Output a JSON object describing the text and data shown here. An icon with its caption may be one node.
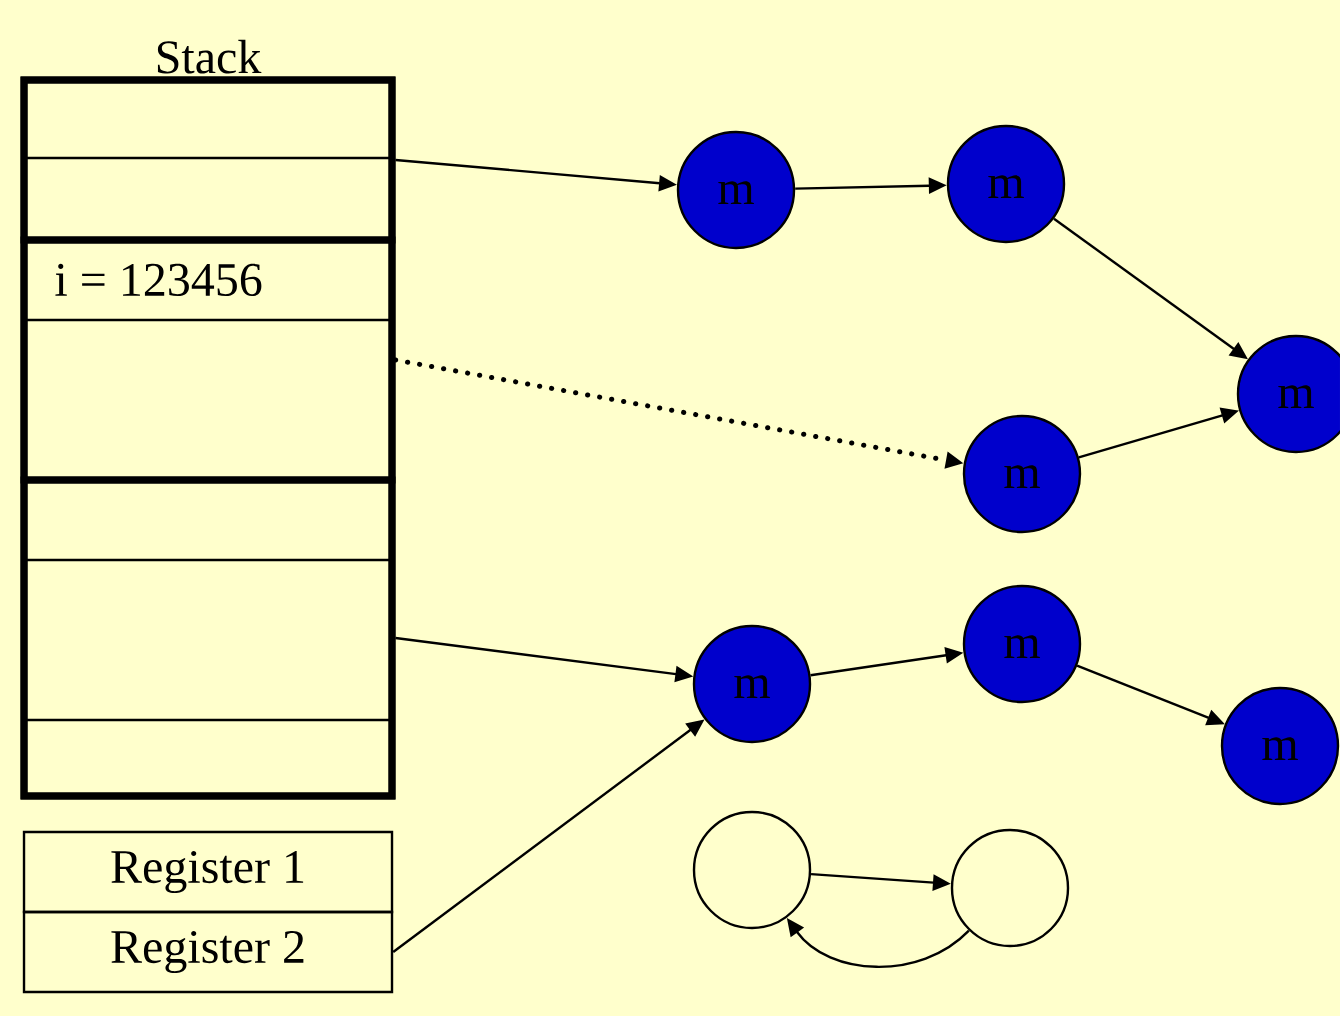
{
  "diagram": {
    "nodes": [
      {
        "text": [
          "Stack"
        ]
      },
      {
        "text": [],
        "shape": "box",
        "in": 0
      },
      {
        "text": [
          "i = 123456"
        ],
        "in": 0
      },
      {
        "text": [],
        "shape": "box",
        "in": 0
      },
      {
        "text": [
          "Register 1"
        ]
      },
      {
        "text": [
          "Register 2"
        ]
      },
      {
        "text": [
          "m"
        ]
      },
      {
        "text": [
          "m"
        ]
      },
      {
        "text": [
          "m"
        ]
      },
      {
        "text": [
          "m"
        ]
      },
      {
        "text": [
          "m"
        ]
      },
      {
        "text": [
          "m"
        ]
      },
      {
        "text": [
          "m"
        ]
      },
      {
        "text": [],
        "shape": "circle"
      },
      {
        "text": [],
        "shape": "circle"
      }
    ],
    "edges": [
      {
        "from": 1,
        "to": 6,
        "arrow": "to"
      },
      {
        "from": 2,
        "to": 9,
        "arrow": "to",
        "style": "dashed"
      },
      {
        "from": 3,
        "to": 10,
        "arrow": "to"
      },
      {
        "from": 5,
        "to": 10,
        "arrow": "to"
      },
      {
        "from": 6,
        "to": 7,
        "arrow": "to"
      },
      {
        "from": 7,
        "to": 8,
        "arrow": "to"
      },
      {
        "from": 9,
        "to": 8,
        "arrow": "to"
      },
      {
        "from": 10,
        "to": 11,
        "arrow": "to"
      },
      {
        "from": 11,
        "to": 12,
        "arrow": "to"
      },
      {
        "from": 13,
        "to": 14,
        "arrow": "to"
      },
      {
        "from": 14,
        "to": 13,
        "arrow": "to"
      }
    ]
  }
}
